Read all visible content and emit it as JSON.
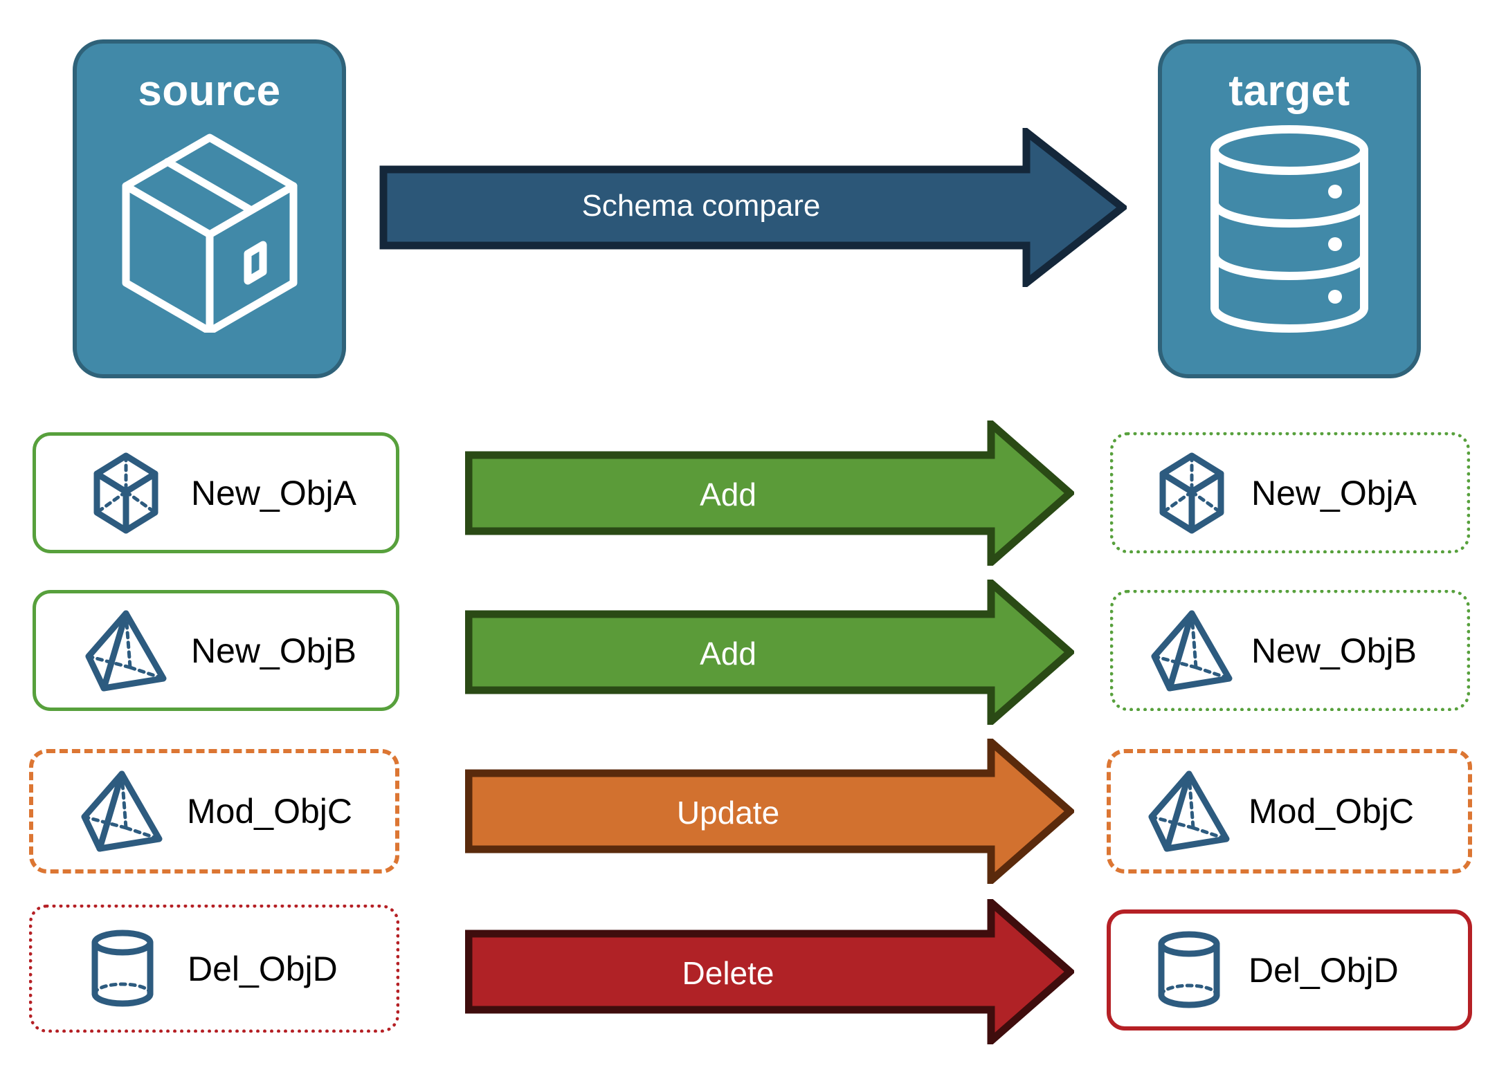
{
  "diagram": {
    "title": "Schema compare",
    "endpoints": [
      {
        "id": "source",
        "label": "source",
        "icon": "package-box-icon"
      },
      {
        "id": "target",
        "label": "target",
        "icon": "database-cylinder-icon"
      }
    ],
    "main_arrow": {
      "label": "Schema compare",
      "fill": "#2C5778",
      "stroke": "#14273A",
      "text_color": "#FFFFFF"
    },
    "rows": [
      {
        "action": "Add",
        "action_fill": "#5B9B39",
        "action_stroke": "#2A4A15",
        "source": {
          "label": "New_ObjA",
          "icon": "wireframe-cube-icon",
          "border_style": "solid",
          "border_color": "#57A03C"
        },
        "target": {
          "label": "New_ObjA",
          "icon": "wireframe-cube-icon",
          "border_style": "dotted",
          "border_color": "#57A03C"
        }
      },
      {
        "action": "Add",
        "action_fill": "#5B9B39",
        "action_stroke": "#2A4A15",
        "source": {
          "label": "New_ObjB",
          "icon": "wireframe-pyramid-icon",
          "border_style": "solid",
          "border_color": "#57A03C"
        },
        "target": {
          "label": "New_ObjB",
          "icon": "wireframe-pyramid-icon",
          "border_style": "dotted",
          "border_color": "#57A03C"
        }
      },
      {
        "action": "Update",
        "action_fill": "#D2712F",
        "action_stroke": "#5A2A0C",
        "source": {
          "label": "Mod_ObjC",
          "icon": "wireframe-pyramid-icon",
          "border_style": "dashed",
          "border_color": "#DC7633"
        },
        "target": {
          "label": "Mod_ObjC",
          "icon": "wireframe-pyramid-icon",
          "border_style": "dashed",
          "border_color": "#DC7633"
        }
      },
      {
        "action": "Delete",
        "action_fill": "#B02226",
        "action_stroke": "#3F0D0D",
        "source": {
          "label": "Del_ObjD",
          "icon": "wireframe-cylinder-icon",
          "border_style": "dotted",
          "border_color": "#B52025"
        },
        "target": {
          "label": "Del_ObjD",
          "icon": "wireframe-cylinder-icon",
          "border_style": "solid",
          "border_color": "#B52025"
        }
      }
    ],
    "palette": {
      "endpoint_fill": "#4189A8",
      "endpoint_stroke": "#2F6279",
      "add_color": "#5B9B39",
      "update_color": "#D2712F",
      "delete_color": "#B02226",
      "object_icon_color": "#2D5B7F",
      "background": "#FFFFFF"
    }
  }
}
